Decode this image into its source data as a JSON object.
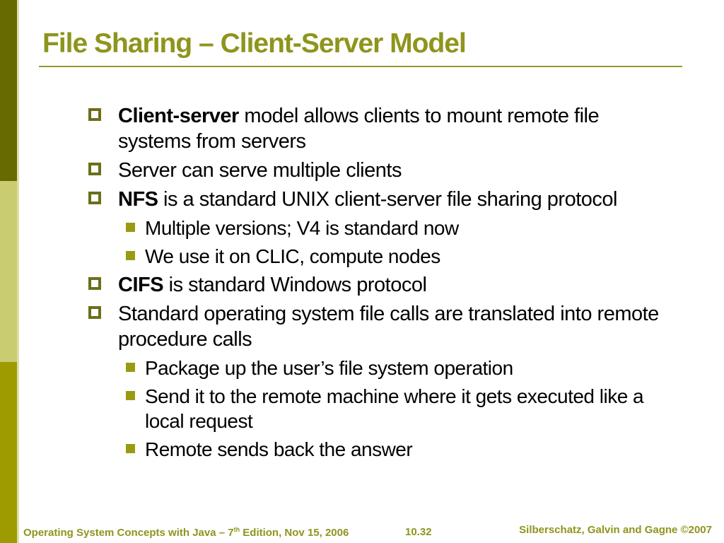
{
  "slide": {
    "title": "File Sharing – Client-Server Model",
    "colors": {
      "accent_olive": "#8e951d",
      "sidebar_top": "#666a00",
      "sidebar_middle": "#c9cc70",
      "sidebar_bottom": "#9c9c00",
      "bullet_l1_border": "#6e6e1a",
      "bullet_l2_fill": "#9a9a12",
      "body_text": "#000000"
    },
    "bullets": [
      {
        "level": 1,
        "bold": "Client-server",
        "rest": " model allows clients to mount remote file systems from servers"
      },
      {
        "level": 1,
        "bold": "",
        "rest": "Server can serve multiple clients"
      },
      {
        "level": 1,
        "bold": "NFS",
        "rest": " is a standard UNIX client-server file sharing protocol"
      },
      {
        "level": 2,
        "bold": "",
        "rest": "Multiple versions; V4 is standard now"
      },
      {
        "level": 2,
        "bold": "",
        "rest": "We use it on CLIC, compute nodes"
      },
      {
        "level": 1,
        "bold": "CIFS",
        "rest": " is standard Windows protocol"
      },
      {
        "level": 1,
        "bold": "",
        "rest": "Standard operating system file calls are translated into remote procedure calls"
      },
      {
        "level": 2,
        "bold": "",
        "rest": "Package up the user’s file system operation"
      },
      {
        "level": 2,
        "bold": "",
        "rest": "Send it to the remote machine where it gets executed like a local request"
      },
      {
        "level": 2,
        "bold": "",
        "rest": "Remote sends back the answer"
      }
    ],
    "footer": {
      "left_pre": "Operating System Concepts with Java – 7",
      "left_sup": "th",
      "left_post": " Edition, Nov 15, 2006",
      "page": "10.32",
      "right": "Silberschatz, Galvin and Gagne ©2007"
    }
  }
}
